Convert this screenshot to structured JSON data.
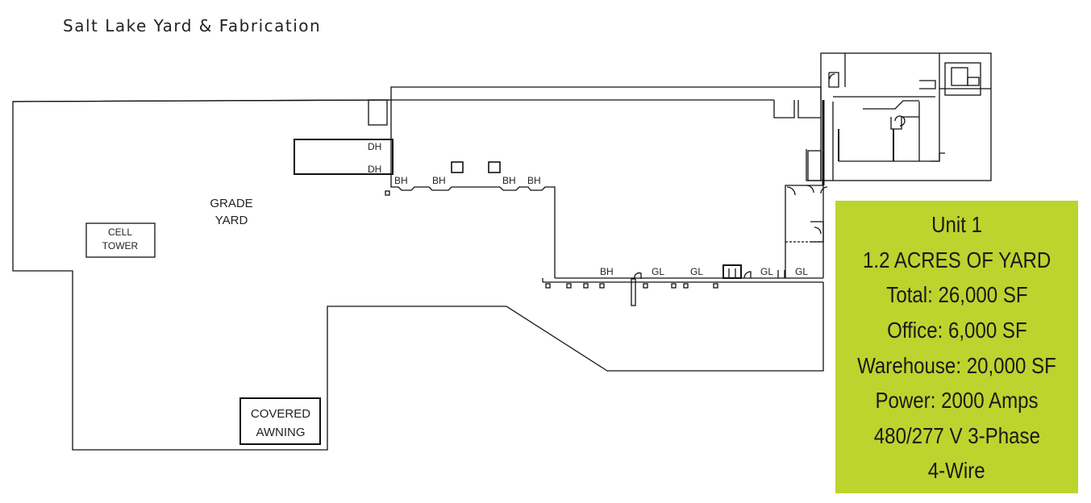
{
  "title": "Salt Lake Yard & Fabrication",
  "labels": {
    "grade_yard": [
      "GRADE",
      "YARD"
    ],
    "cell_tower": [
      "CELL",
      "TOWER"
    ],
    "covered_awning": [
      "COVERED",
      "AWNING"
    ],
    "dh": "DH",
    "bh": "BH",
    "gl": "GL"
  },
  "info_box": {
    "background": "#bcd42e",
    "lines": [
      "Unit 1",
      "1.2 ACRES OF YARD",
      "Total: 26,000 SF",
      "Office: 6,000 SF",
      "Warehouse: 20,000 SF",
      "Power: 2000 Amps",
      "480/277 V 3-Phase",
      "4-Wire"
    ]
  }
}
